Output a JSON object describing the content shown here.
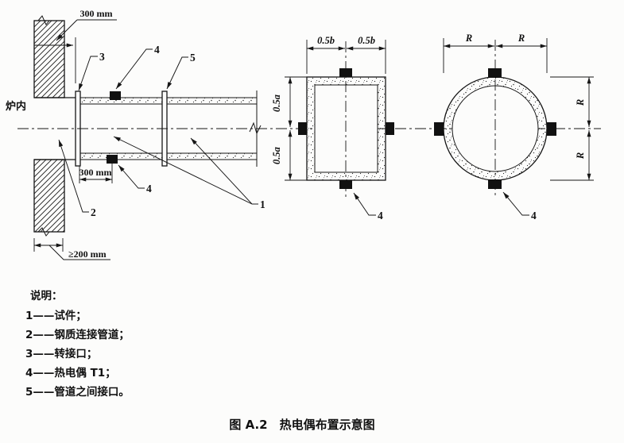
{
  "figure": {
    "furnace_label": "炉内",
    "dims": {
      "offset_top": "300 mm",
      "offset_bottom": "300 mm",
      "wall_thickness": "≥200 mm",
      "half_b": "0.5b",
      "half_a": "0.5a",
      "radius": "R"
    },
    "callouts": {
      "specimen": "1",
      "steel_pipe": "2",
      "adapter": "3",
      "thermocouple": "4",
      "pipe_joint": "5"
    }
  },
  "legend": {
    "title": "说明：",
    "items": [
      "1——试件；",
      "2——钢质连接管道；",
      "3——转接口；",
      "4——热电偶 T1；",
      "5——管道之间接口。"
    ]
  },
  "caption": "图 A.2　热电偶布置示意图"
}
